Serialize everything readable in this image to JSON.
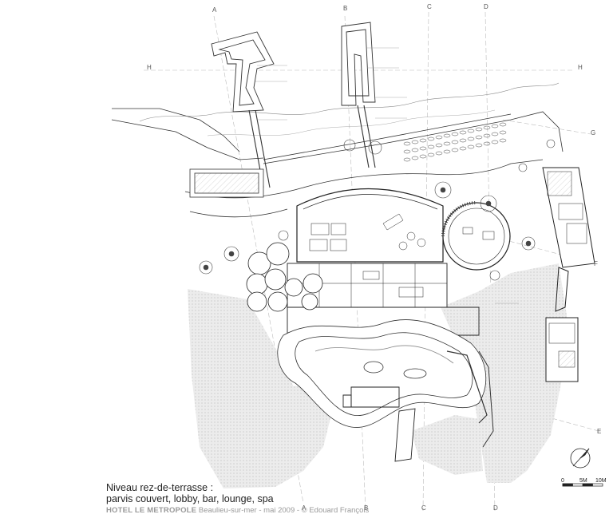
{
  "caption": {
    "line1": "Niveau rez-de-terrasse :",
    "line2": "parvis couvert, lobby, bar, lounge, spa",
    "hotel": "HOTEL LE METROPOLE",
    "place_date": "Beaulieu-sur-mer - mai 2009 - ",
    "credit": "© Edouard François"
  },
  "scale_bar": {
    "start": "0",
    "mid": "5M",
    "end": "10M"
  },
  "grid_axes": {
    "top": [
      "A",
      "B",
      "C",
      "D"
    ],
    "bottom": [
      "A",
      "B",
      "C",
      "D"
    ],
    "left": [
      "H"
    ],
    "right": [
      "H",
      "G",
      "F",
      "E"
    ]
  },
  "colors": {
    "line": "#333333",
    "hatch": "#cfcfcf",
    "grid": "#bbbbbb",
    "caption_grey": "#999999"
  }
}
